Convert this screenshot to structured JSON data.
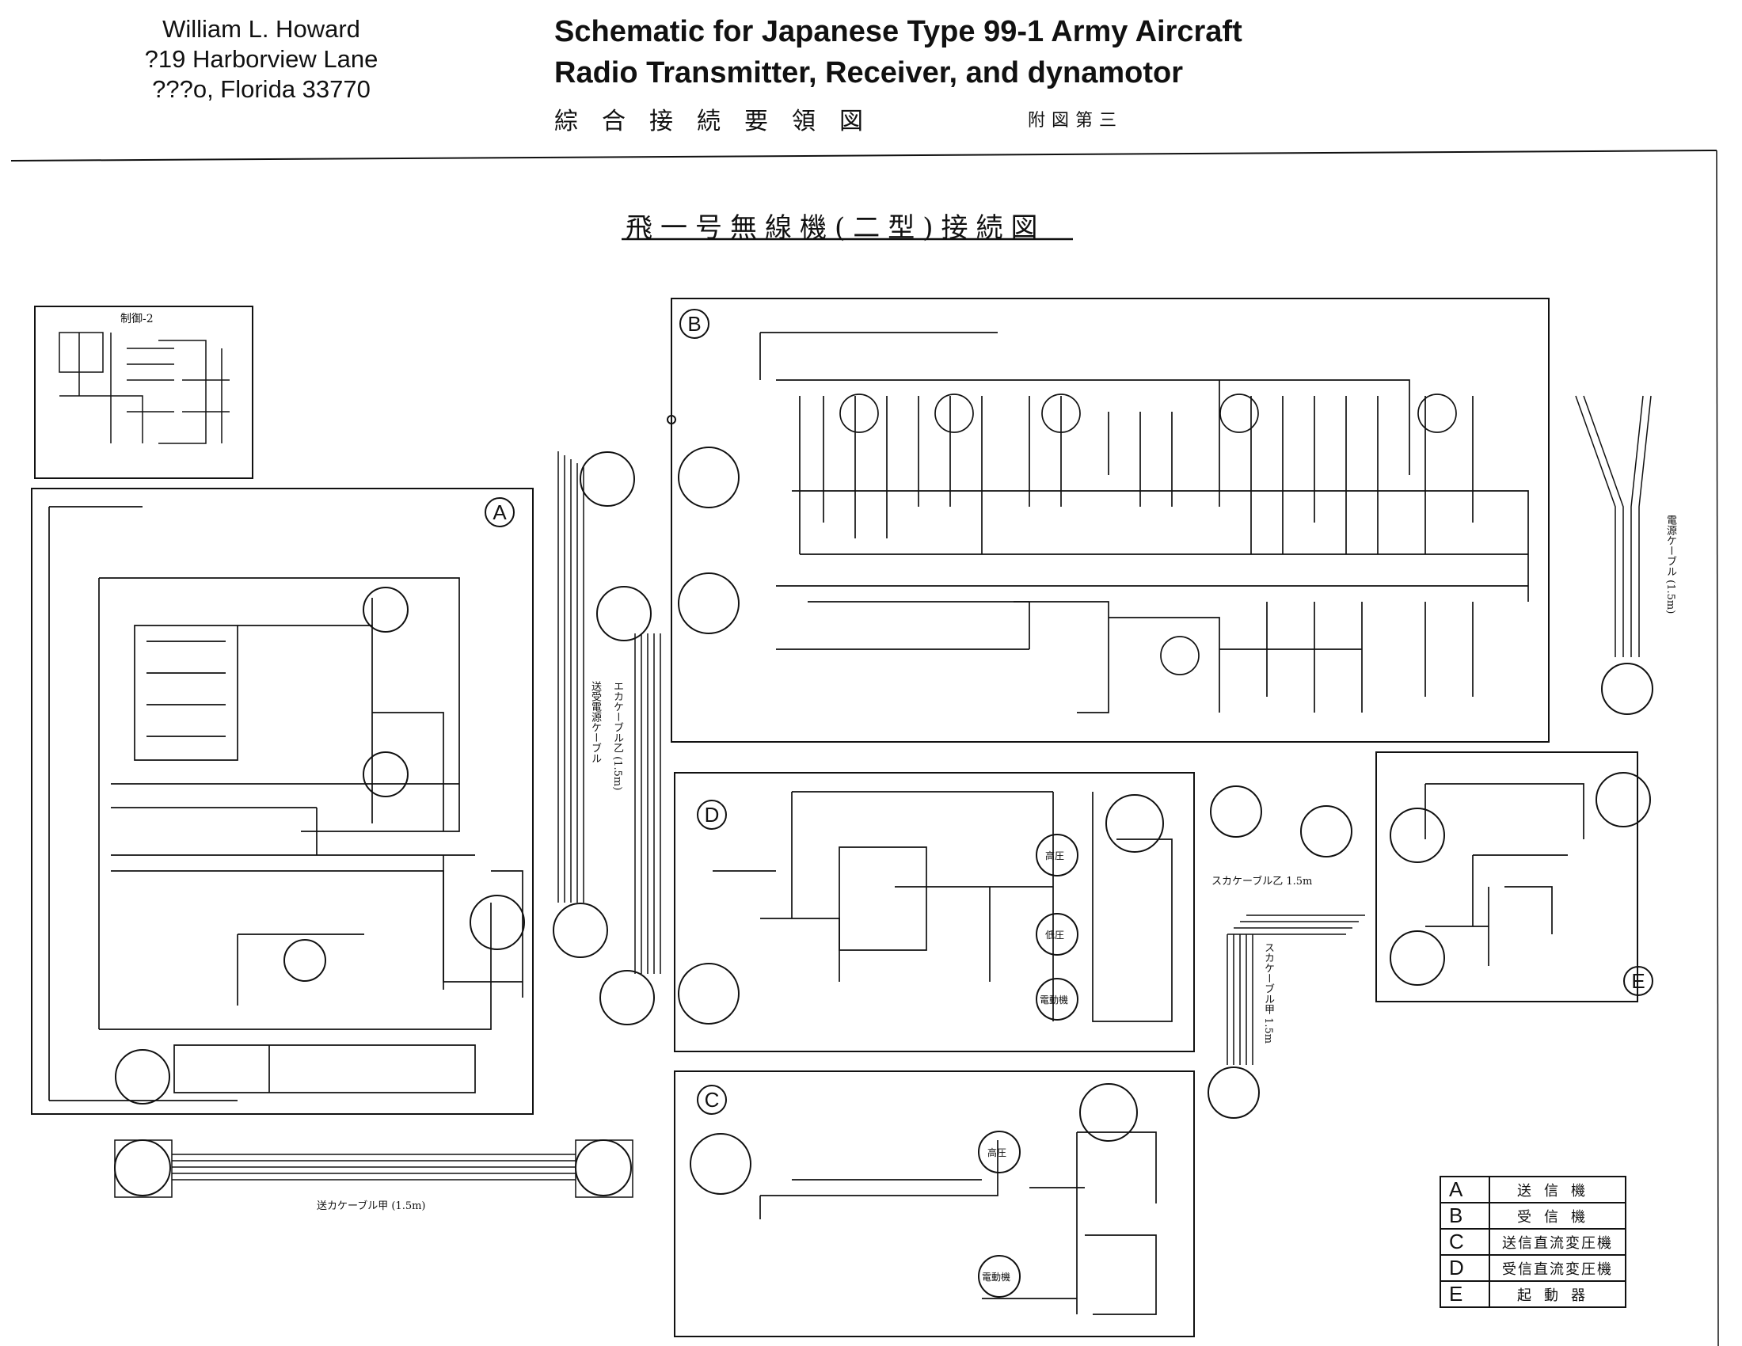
{
  "author": {
    "name": "William L. Howard",
    "street": "?19 Harborview Lane",
    "city": "???o, Florida 33770"
  },
  "title": {
    "line1": "Schematic for Japanese Type 99-1 Army Aircraft",
    "line2": "Radio Transmitter, Receiver, and dynamotor"
  },
  "japanese_heading": "綜合接続要領図",
  "annex_label": "附図第三",
  "diagram_title": "飛一号無線機(二型)接続図",
  "sections": {
    "A": "A",
    "B": "B",
    "C": "C",
    "D": "D",
    "E": "E"
  },
  "box_labels": {
    "top_left": "制御-2",
    "motor_high": "高圧",
    "motor_low": "低圧",
    "motor_dyn": "電動機",
    "motor_high_c": "高圧",
    "motor_dyn_c": "電動機"
  },
  "cables": {
    "bottom": "送カケーブル甲 (1.5m)",
    "mid1": "送受電源ケーブル",
    "mid2": "エカケーブル乙 (1.5m)",
    "right_top": "電源ケーブル (1.5m)",
    "right_mid": "スカケーブル乙 1.5m",
    "right_low": "スカケーブル甲 1.5m"
  },
  "legend": [
    {
      "key": "A",
      "value": "送信機"
    },
    {
      "key": "B",
      "value": "受信機"
    },
    {
      "key": "C",
      "value": "送信直流変圧機"
    },
    {
      "key": "D",
      "value": "受信直流変圧機"
    },
    {
      "key": "E",
      "value": "起動器"
    }
  ]
}
